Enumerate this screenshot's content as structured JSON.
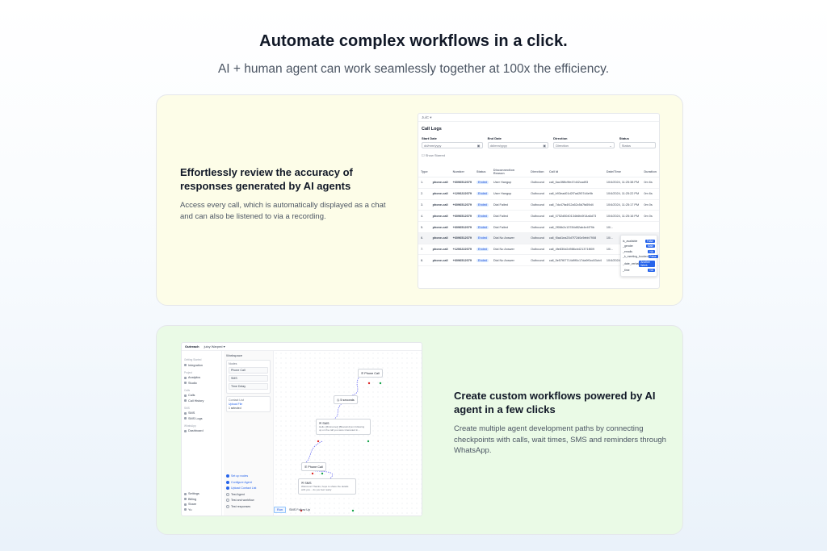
{
  "hero": {
    "title": "Automate complex workflows in a  click.",
    "subtitle": "AI + human agent can work seamlessly together at 100x the efficiency."
  },
  "card1": {
    "heading": "Effortlessly review the accuracy of responses generated by AI agents",
    "body": "Access every call, which is automatically displayed as a chat and can also be listened to via a recording.",
    "shot": {
      "topbar": "JuiC ▾",
      "title": "Call Logs",
      "filters": [
        {
          "label": "Start Date",
          "value": "dd/mm/yyyy",
          "icon": "calendar-icon"
        },
        {
          "label": "End Date",
          "value": "dd/mm/yyyy",
          "icon": "calendar-icon"
        },
        {
          "label": "Direction",
          "value": "Direction",
          "icon": "chevron-down-icon"
        },
        {
          "label": "Status",
          "value": "Status",
          "icon": ""
        }
      ],
      "checkbox_label": "Show Starred",
      "columns": [
        "Type",
        "Number",
        "Status",
        "Disconnection Reason",
        "Direction",
        "Call Id",
        "Date/Time",
        "Duration"
      ],
      "rows": [
        [
          "1.",
          "phone-call",
          "+6096512079",
          "Ended",
          "User Hangup",
          "Outbound",
          "call_6ac3f8fc9fe47d42cad93",
          "10/4/2024, 11:25:38 PM",
          "0m 6s"
        ],
        [
          "2.",
          "phone-call",
          "+1206222079",
          "Ended",
          "User Hangup",
          "Outbound",
          "call_b93ead01d2f7ad2f07d4e9b",
          "10/4/2024, 11:25:22 PM",
          "0m 6s"
        ],
        [
          "3.",
          "phone-call",
          "+6096512079",
          "Ended",
          "Dial Failed",
          "Outbound",
          "call_7dc47fa4f12a52c5d7fa59d4",
          "10/4/2024, 11:25:17 PM",
          "0m 0s"
        ],
        [
          "4.",
          "phone-call",
          "+6096512079",
          "Ended",
          "Dial Failed",
          "Outbound",
          "call_0752d5040134b6fc0f14a6d73",
          "10/4/2024, 11:25:16 PM",
          "0m 0s"
        ],
        [
          "5.",
          "phone-call",
          "+6096512079",
          "Ended",
          "Dial Failed",
          "Outbound",
          "call_2f06b2c13784d52ab4e4f79b",
          "10/...",
          ""
        ],
        [
          "6.",
          "phone-call",
          "+6096512079",
          "Ended",
          "Dial No Answer",
          "Outbound",
          "call_f0ad1ea20d7f72d0c9ebb7908",
          "10/...",
          ""
        ],
        [
          "7.",
          "phone-call",
          "+1206222079",
          "Ended",
          "Dial No Answer",
          "Outbound",
          "call_4fe830d2d986cb421371f809",
          "10/...",
          ""
        ],
        [
          "8.",
          "phone-call",
          "+6096512079",
          "Ended",
          "Dial No Answer",
          "Outbound",
          "call_5e57f67714d9f0c17da9f0cc53cb4",
          "10/4/2024, 10:51:25 PM",
          "0m 0s"
        ]
      ],
      "popover": [
        {
          "label": "is_available",
          "btn": "False"
        },
        {
          "label": "_gender",
          "btn": "Male"
        },
        {
          "label": "_emails",
          "btn": "NA"
        },
        {
          "label": "_k_meeting_booked",
          "btn": "False"
        },
        {
          "label": "_date_verbal",
          "btn": "Another Week"
        },
        {
          "label": "_time",
          "btn": "NA"
        }
      ]
    }
  },
  "card2": {
    "heading": "Create custom workflows powered by AI agent in a few clicks",
    "body": "Create multiple agent development paths by connecting checkpoints with calls, wait times, SMS and reminders through WhatsApp.",
    "shot": {
      "brand": "Outreach",
      "workspace": "juicy Warped ▾",
      "sidebar_groups": [
        {
          "title": "Getting Started",
          "items": [
            "Integration"
          ]
        },
        {
          "title": "Project",
          "items": [
            "Analytics",
            "Studio"
          ]
        },
        {
          "title": "Calls",
          "items": [
            "Calls",
            "Call History"
          ]
        },
        {
          "title": "SMS",
          "items": [
            "SMS",
            "SMS Logs"
          ]
        },
        {
          "title": "WhatsApp",
          "items": [
            "Dashboard"
          ]
        }
      ],
      "sidebar_bottom": [
        "Settings",
        "Billing",
        "Share",
        "Yu"
      ],
      "panel_header": "Workspace",
      "nodes_title": "Nodes",
      "nodes": [
        "Phone Call",
        "SMS",
        "Time Delay"
      ],
      "contact_title": "Contact List",
      "contact_upload": "Upload File",
      "contact_selected": "1 selected",
      "checklist": [
        {
          "label": "Set up nodes",
          "done": true
        },
        {
          "label": "Configure Agent",
          "done": true
        },
        {
          "label": "Upload Contact List",
          "done": true
        },
        {
          "label": "Test Agent",
          "done": false
        },
        {
          "label": "Test and workflow",
          "done": false
        },
        {
          "label": "Test responses",
          "done": false
        }
      ],
      "canvas_nodes": {
        "phone": "Phone Call",
        "delay": "5 seconds",
        "sms1_title": "SMS",
        "sms1_body": "Hello {{firstname}} [Bluewind] am following up on the call you were interested in...",
        "phone2": "Phone Call",
        "sms2_title": "SMS",
        "sms2_body": "Welcome! Thanks, hope to share the details with you... do you feel ready"
      },
      "footer_btn": "Run",
      "footer_label": "SMS Follow Up"
    }
  }
}
